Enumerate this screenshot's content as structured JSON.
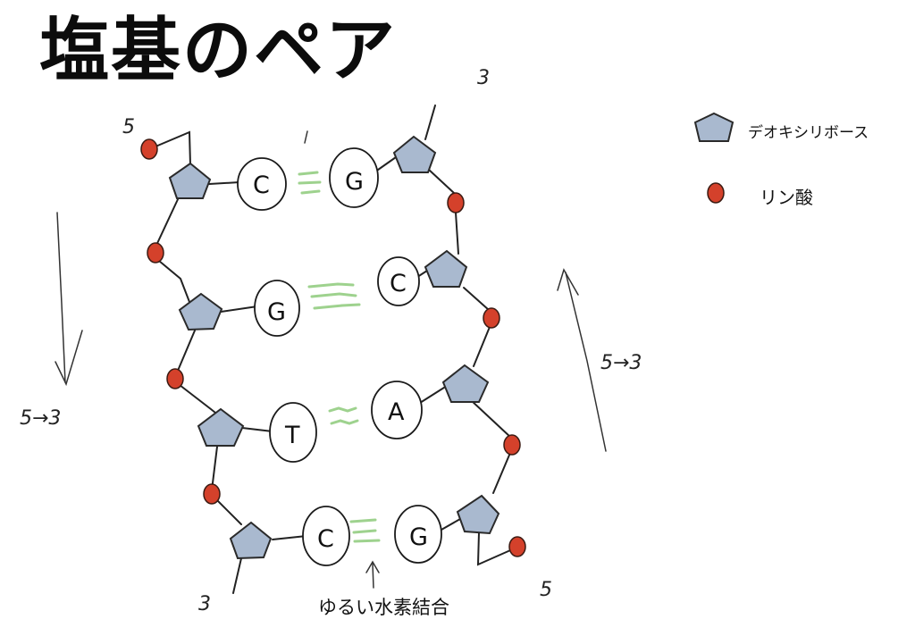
{
  "title": "塩基のペア",
  "legend": {
    "sugar_label": "デオキシリボース",
    "phosphate_label": "リン酸"
  },
  "colors": {
    "sugar": "#a9b9cf",
    "phosphate": "#d4412b",
    "hydrogen_bond": "#9ed28e"
  },
  "caption": "ゆるい水素結合",
  "direction_notes": {
    "left": "5→3",
    "right": "5→3"
  },
  "end_labels": {
    "left_top": "5",
    "left_bottom": "3",
    "right_top": "3",
    "right_bottom": "5"
  },
  "base_pairs": [
    {
      "left": "C",
      "right": "G"
    },
    {
      "left": "G",
      "right": "C"
    },
    {
      "left": "T",
      "right": "A"
    },
    {
      "left": "C",
      "right": "G"
    }
  ]
}
